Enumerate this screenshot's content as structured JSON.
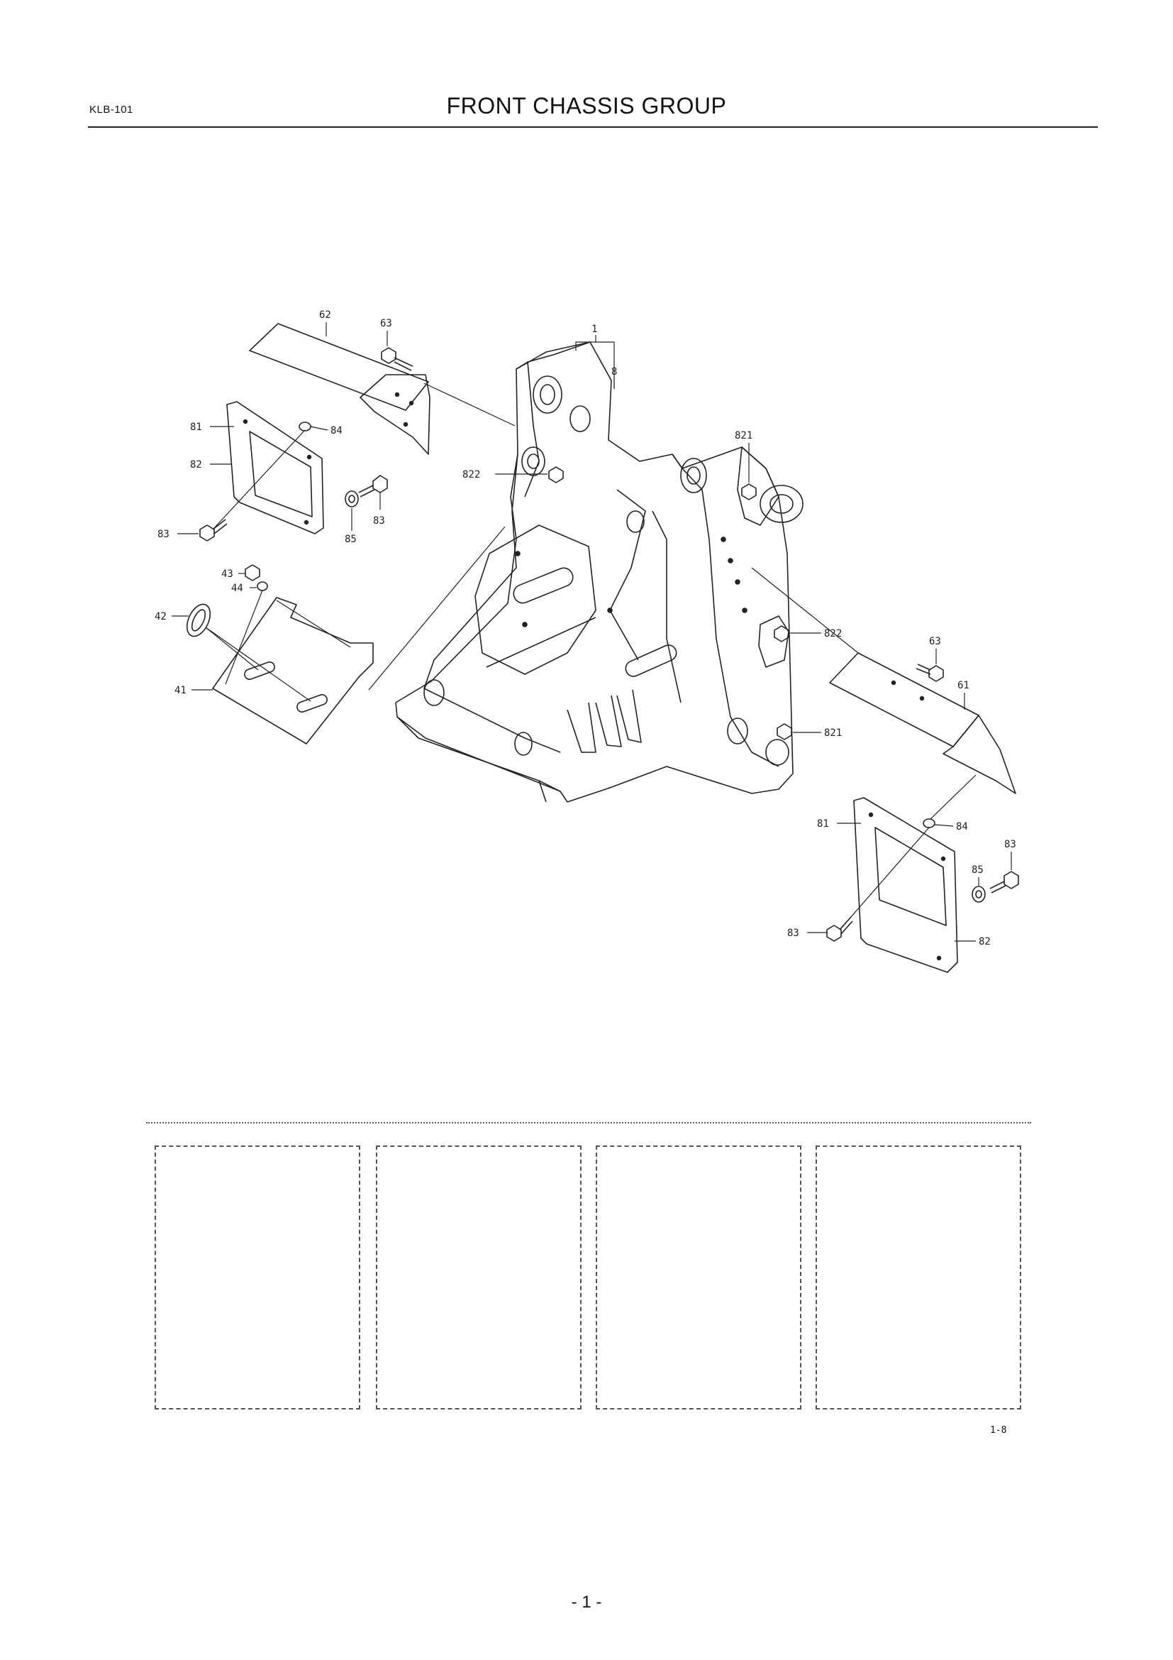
{
  "header": {
    "code": "KLB-101",
    "title": "FRONT CHASSIS GROUP"
  },
  "callouts": {
    "c62": "62",
    "c63a": "63",
    "c1": "1",
    "c8": "8",
    "c81a": "81",
    "c84a": "84",
    "c82a": "82",
    "c821a": "821",
    "c822a": "822",
    "c83a": "83",
    "c85a": "85",
    "c83b": "83",
    "c43": "43",
    "c44": "44",
    "c42": "42",
    "c41": "41",
    "c822b": "822",
    "c63b": "63",
    "c61": "61",
    "c821b": "821",
    "c81b": "81",
    "c84b": "84",
    "c83c": "83",
    "c85b": "85",
    "c83d": "83",
    "c82b": "82"
  },
  "figure_code": "1-8",
  "page_number": "- 1 -"
}
